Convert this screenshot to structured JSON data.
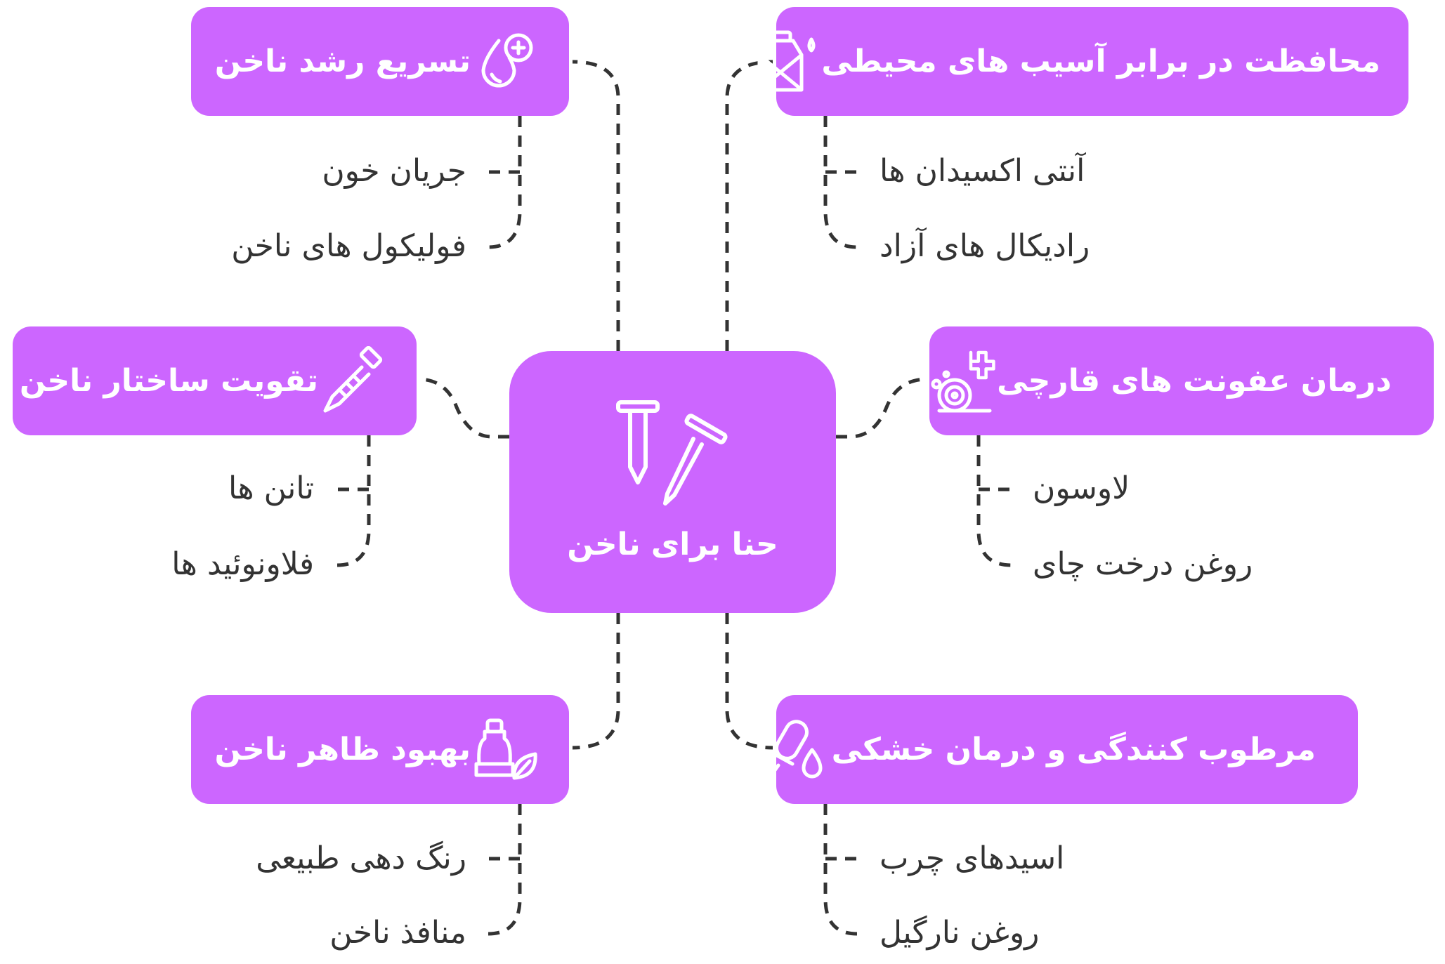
{
  "colors": {
    "node_fill": "#cc66ff",
    "node_text": "#ffffff",
    "leaf_text": "#333333",
    "connector": "#333333",
    "background": "#ffffff"
  },
  "center": {
    "label": "حنا برای ناخن",
    "icon": "nails-icon"
  },
  "topics": [
    {
      "id": "growth",
      "label": "تسریع رشد ناخن",
      "icon": "drop-plus-icon",
      "items": [
        "جریان خون",
        "فولیکول های ناخن"
      ]
    },
    {
      "id": "protection",
      "label": "محافظت در برابر آسیب های محیطی",
      "icon": "shield-bottle-icon",
      "items": [
        "آنتی اکسیدان ها",
        "رادیکال های آزاد"
      ]
    },
    {
      "id": "structure",
      "label": "تقویت ساختار ناخن",
      "icon": "screw-icon",
      "items": [
        "تانن ها",
        "فلاونوئید ها"
      ]
    },
    {
      "id": "fungal",
      "label": "درمان عفونت های قارچی",
      "icon": "fungus-cross-icon",
      "items": [
        "لاوسون",
        "روغن درخت چای"
      ]
    },
    {
      "id": "appearance",
      "label": "بهبود ظاهر ناخن",
      "icon": "bottle-leaf-icon",
      "items": [
        "رنگ دهی طبیعی",
        "منافذ ناخن"
      ]
    },
    {
      "id": "moisture",
      "label": "مرطوب کنندگی و درمان خشکی",
      "icon": "lotion-drop-icon",
      "items": [
        "اسیدهای چرب",
        "روغن نارگیل"
      ]
    }
  ]
}
